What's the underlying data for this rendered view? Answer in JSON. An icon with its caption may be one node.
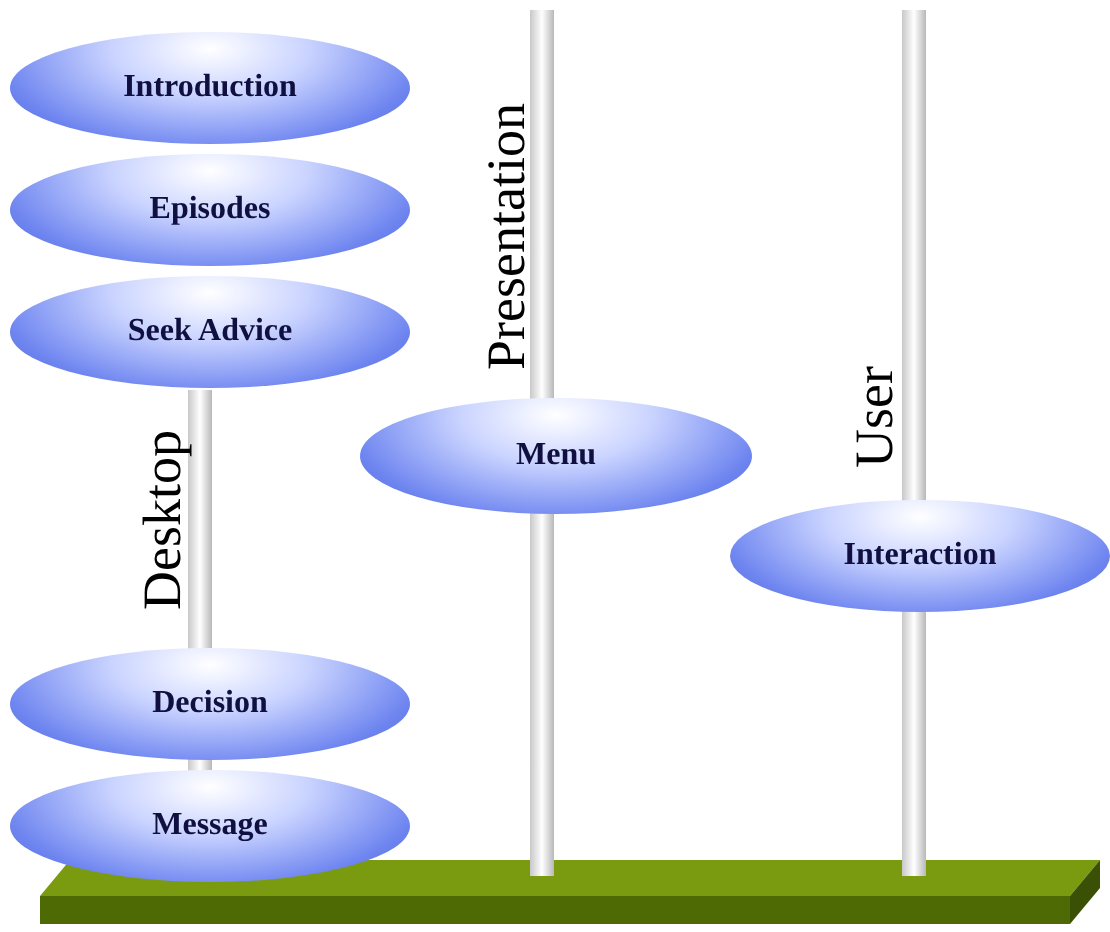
{
  "diagram": {
    "nodes": [
      {
        "text": [
          "Introduction"
        ]
      },
      {
        "text": [
          "Episodes"
        ]
      },
      {
        "text": [
          "Seek Advice"
        ]
      },
      {
        "text": [
          "Menu"
        ]
      },
      {
        "text": [
          "Interaction"
        ]
      },
      {
        "text": [
          "Decision"
        ]
      },
      {
        "text": [
          "Message"
        ]
      }
    ],
    "edges": [],
    "labels": [
      "Presentation",
      "User",
      "Desktop"
    ]
  }
}
